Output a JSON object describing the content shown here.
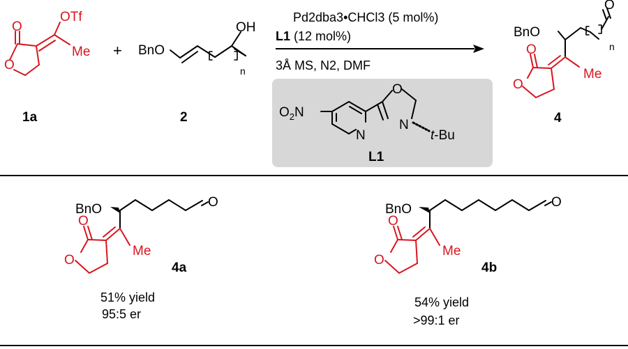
{
  "substrate_1a": {
    "otf": "OTf",
    "me": "Me",
    "ring_o": "O",
    "carbonyl_o": "O",
    "label": "1a"
  },
  "plus": "+",
  "substrate_2": {
    "bno": "BnO",
    "oh": "OH",
    "n": "n",
    "label": "2"
  },
  "conditions": {
    "line1": "Pd2dba3•CHCl3 (5 mol%)",
    "line2_bold": "L1",
    "line2_rest": " (12 mol%)",
    "line3": "3Å MS, N2, DMF"
  },
  "ligand": {
    "o2n": "O2N",
    "pyridine_n": "N",
    "ring_o": "O",
    "ring_n": "N",
    "tbu": "t-Bu",
    "label": "L1"
  },
  "product_4": {
    "bno": "BnO",
    "ald_o": "O",
    "n": "n",
    "carbonyl_o": "O",
    "ring_o": "O",
    "me": "Me",
    "label": "4"
  },
  "product_4a": {
    "bno": "BnO",
    "ald_o": "O",
    "carbonyl_o": "O",
    "ring_o": "O",
    "me": "Me",
    "label": "4a",
    "yield": "51% yield",
    "er": "95:5 er"
  },
  "product_4b": {
    "bno": "BnO",
    "ald_o": "O",
    "carbonyl_o": "O",
    "ring_o": "O",
    "me": "Me",
    "label": "4b",
    "yield": "54% yield",
    "er": ">99:1 er"
  },
  "colors": {
    "highlight": "#d6161e",
    "ligand_box": "#d7d7d7",
    "ink": "#000000"
  }
}
